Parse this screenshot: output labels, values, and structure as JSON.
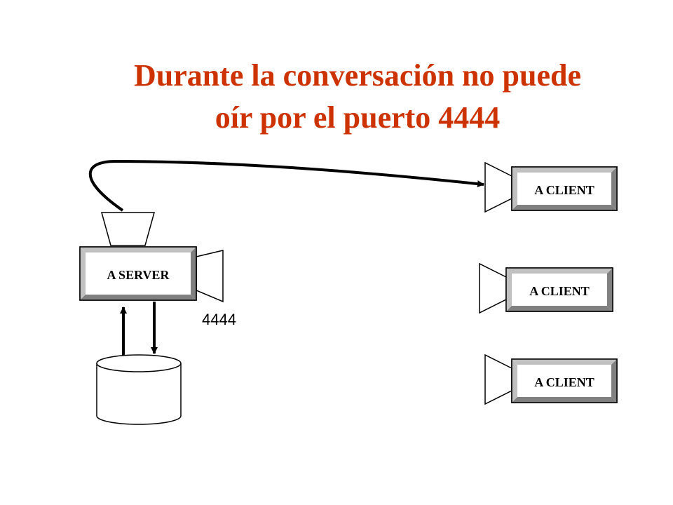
{
  "title": {
    "line1": "Durante la conversación no puede",
    "line2": "oír por el puerto 4444"
  },
  "server": {
    "label": "A SERVER",
    "port": "4444"
  },
  "clients": [
    {
      "label": "A CLIENT"
    },
    {
      "label": "A CLIENT"
    },
    {
      "label": "A CLIENT"
    }
  ],
  "colors": {
    "title": "#cc3300",
    "box_fill": "#ffffff",
    "bevel_dark": "#808080",
    "bevel_light": "#c0c0c0"
  }
}
